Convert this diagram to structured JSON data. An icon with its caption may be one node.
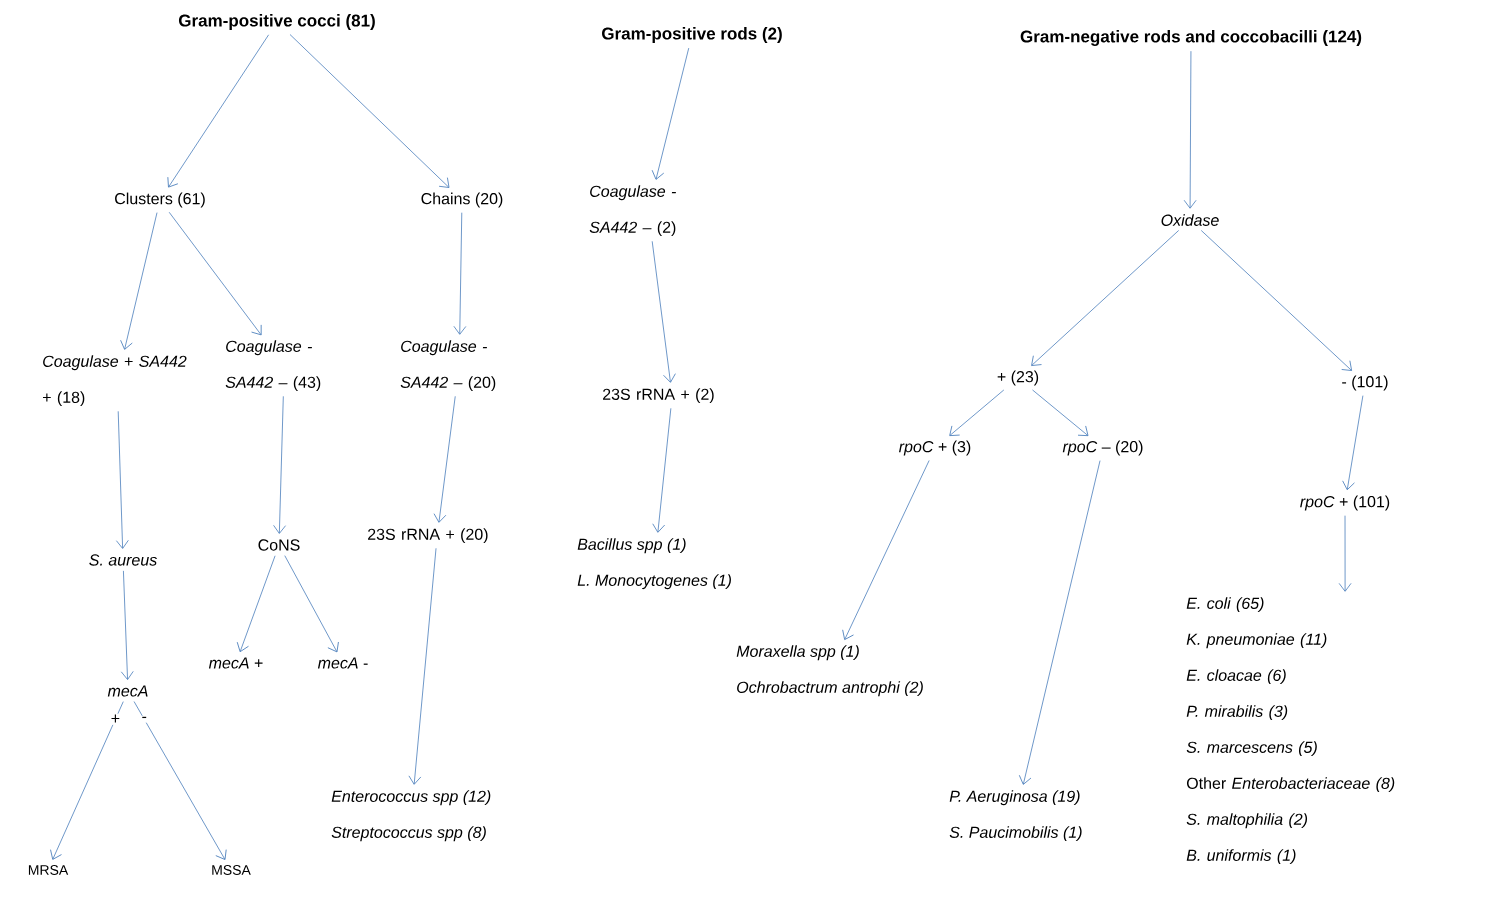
{
  "diagram": {
    "nodes": [
      {
        "text": [
          "Gram-positive cocci (81)"
        ]
      },
      {
        "text": [
          "Gram-positive rods (2)"
        ]
      },
      {
        "text": [
          "Gram-negative rods and coccobacilli (124)"
        ]
      },
      {
        "text": [
          "Clusters (61)"
        ]
      },
      {
        "text": [
          "Chains (20)"
        ]
      },
      {
        "text": [
          "*Coagulase - SA442 –* (2)"
        ]
      },
      {
        "text": [
          "Oxidase"
        ]
      },
      {
        "text": [
          "*Coagulase* + *SA442* + (18)"
        ]
      },
      {
        "text": [
          "*Coagulase - SA442 –* (43)"
        ]
      },
      {
        "text": [
          "*Coagulase - SA442 –* (20)"
        ]
      },
      {
        "text": [
          "23S rRNA + (2)"
        ]
      },
      {
        "text": [
          "+ (23)"
        ]
      },
      {
        "text": [
          "- (101)"
        ]
      },
      {
        "text": [
          "*rpoC* + (3)"
        ]
      },
      {
        "text": [
          "*rpoC* – (20)"
        ]
      },
      {
        "text": [
          "*rpoC* + (101)"
        ]
      },
      {
        "text": [
          "S. aureus"
        ]
      },
      {
        "text": [
          "CoNS"
        ]
      },
      {
        "text": [
          "23S rRNA + (20)"
        ]
      },
      {
        "text": [
          "Bacillus spp (1)",
          "L. Monocytogenes (1)"
        ]
      },
      {
        "text": [
          "*mecA* +"
        ]
      },
      {
        "text": [
          "*mecA* -"
        ]
      },
      {
        "text": [
          "mecA"
        ]
      },
      {
        "text": [
          "Moraxella spp (1)",
          "Ochrobactrum antrophi (2)"
        ]
      },
      {
        "text": [
          "E. coli (65)",
          "K. pneumoniae (11)",
          "E. cloacae (6)",
          "P. mirabilis (3)",
          "S. marcescens (5)",
          "Other *Enterobacteriaceae (8)*",
          "S. maltophilia (2)",
          "B. uniformis (1)"
        ]
      },
      {
        "text": [
          "Enterococcus spp (12)",
          "Streptococcus spp (8)"
        ]
      },
      {
        "text": [
          "P. Aeruginosa (19)",
          "S. Paucimobilis (1)"
        ]
      },
      {
        "text": [
          "MRSA"
        ]
      },
      {
        "text": [
          "MSSA"
        ]
      }
    ],
    "edges": [
      {
        "from": 0,
        "to": 3,
        "arrow": "to"
      },
      {
        "from": 0,
        "to": 4,
        "arrow": "to"
      },
      {
        "from": 1,
        "to": 5,
        "arrow": "to"
      },
      {
        "from": 2,
        "to": 6,
        "arrow": "to"
      },
      {
        "from": 3,
        "to": 7,
        "arrow": "to"
      },
      {
        "from": 3,
        "to": 8,
        "arrow": "to"
      },
      {
        "from": 4,
        "to": 9,
        "arrow": "to"
      },
      {
        "from": 5,
        "to": 10,
        "arrow": "to"
      },
      {
        "from": 6,
        "to": 11,
        "arrow": "to"
      },
      {
        "from": 6,
        "to": 12,
        "arrow": "to"
      },
      {
        "from": 7,
        "to": 16,
        "arrow": "to"
      },
      {
        "from": 8,
        "to": 17,
        "arrow": "to"
      },
      {
        "from": 9,
        "to": 18,
        "arrow": "to"
      },
      {
        "from": 10,
        "to": 19,
        "arrow": "to"
      },
      {
        "from": 11,
        "to": 13,
        "arrow": "to"
      },
      {
        "from": 11,
        "to": 14,
        "arrow": "to"
      },
      {
        "from": 12,
        "to": 15,
        "arrow": "to"
      },
      {
        "from": 13,
        "to": 23,
        "arrow": "to"
      },
      {
        "from": 14,
        "to": 26,
        "arrow": "to"
      },
      {
        "from": 15,
        "to": 24,
        "arrow": "to"
      },
      {
        "from": 16,
        "to": 22,
        "arrow": "to"
      },
      {
        "from": 17,
        "to": 20,
        "arrow": "to"
      },
      {
        "from": 17,
        "to": 21,
        "arrow": "to"
      },
      {
        "from": 18,
        "to": 25,
        "arrow": "to"
      },
      {
        "from": 22,
        "to": 27,
        "arrow": "to",
        "label": "+"
      },
      {
        "from": 22,
        "to": 28,
        "arrow": "to",
        "label": "-"
      }
    ]
  }
}
